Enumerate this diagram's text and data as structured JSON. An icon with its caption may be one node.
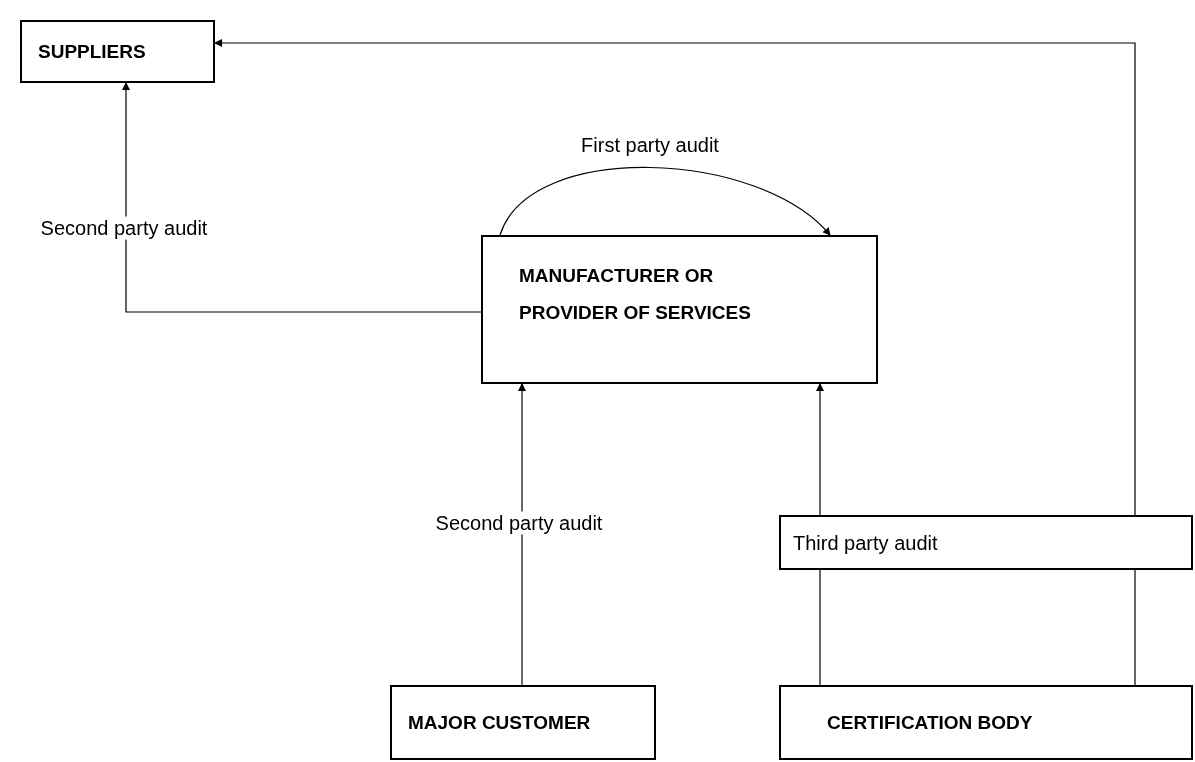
{
  "diagram": {
    "nodes": [
      {
        "text": [
          "SUPPLIERS"
        ]
      },
      {
        "text": [
          "MANUFACTURER OR PROVIDER OF SERVICES"
        ]
      },
      {
        "text": [
          "Third party audit"
        ]
      },
      {
        "text": [
          "MAJOR CUSTOMER"
        ]
      },
      {
        "text": [
          "CERTIFICATION BODY"
        ]
      }
    ],
    "edges": [
      {
        "from": 1,
        "to": 0,
        "arrow": "to",
        "label": "Second party audit"
      },
      {
        "from": 1,
        "to": 1,
        "arrow": "to",
        "label": "First party audit"
      },
      {
        "from": 3,
        "to": 1,
        "arrow": "to",
        "label": "Second party audit"
      },
      {
        "from": 4,
        "to": 2,
        "arrow": "none"
      },
      {
        "from": 2,
        "to": 1,
        "arrow": "to"
      },
      {
        "from": 4,
        "to": 2,
        "arrow": "none"
      },
      {
        "from": 2,
        "to": 0,
        "arrow": "to"
      }
    ]
  }
}
